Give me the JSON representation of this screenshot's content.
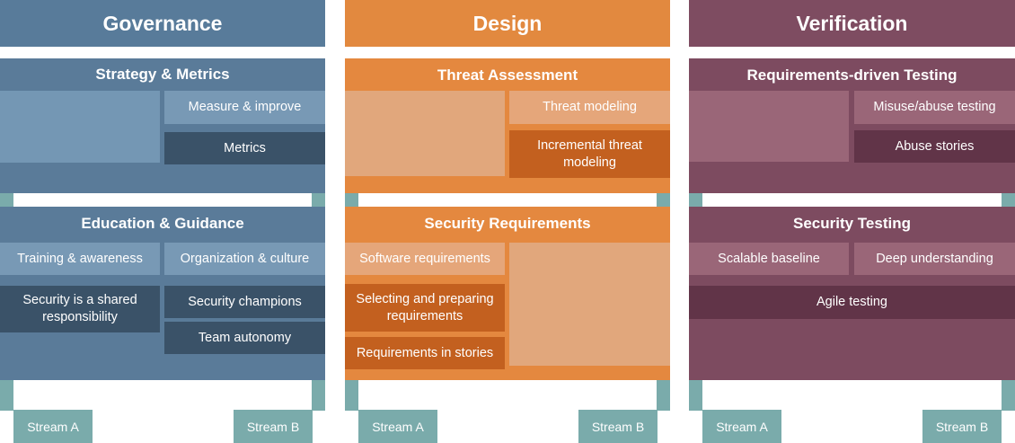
{
  "functions": [
    {
      "title": "Governance",
      "practices": [
        {
          "title": "Strategy & Metrics",
          "cells": [
            "Measure & improve",
            "Metrics"
          ]
        },
        {
          "title": "Education & Guidance",
          "cells": [
            "Training & awareness",
            "Organization & culture",
            "Security is a shared responsibility",
            "Security champions",
            "Team autonomy"
          ]
        }
      ],
      "streams": [
        "Stream A",
        "Stream B"
      ]
    },
    {
      "title": "Design",
      "practices": [
        {
          "title": "Threat Assessment",
          "cells": [
            "Threat modeling",
            "Incremental threat modeling"
          ]
        },
        {
          "title": "Security Requirements",
          "cells": [
            "Software requirements",
            "Selecting and preparing requirements",
            "Requirements in stories"
          ]
        }
      ],
      "streams": [
        "Stream A",
        "Stream B"
      ]
    },
    {
      "title": "Verification",
      "practices": [
        {
          "title": "Requirements-driven Testing",
          "cells": [
            "Misuse/abuse testing",
            "Abuse stories"
          ]
        },
        {
          "title": "Security Testing",
          "cells": [
            "Scalable baseline",
            "Deep understanding",
            "Agile testing"
          ]
        }
      ],
      "streams": [
        "Stream A",
        "Stream B"
      ]
    }
  ]
}
